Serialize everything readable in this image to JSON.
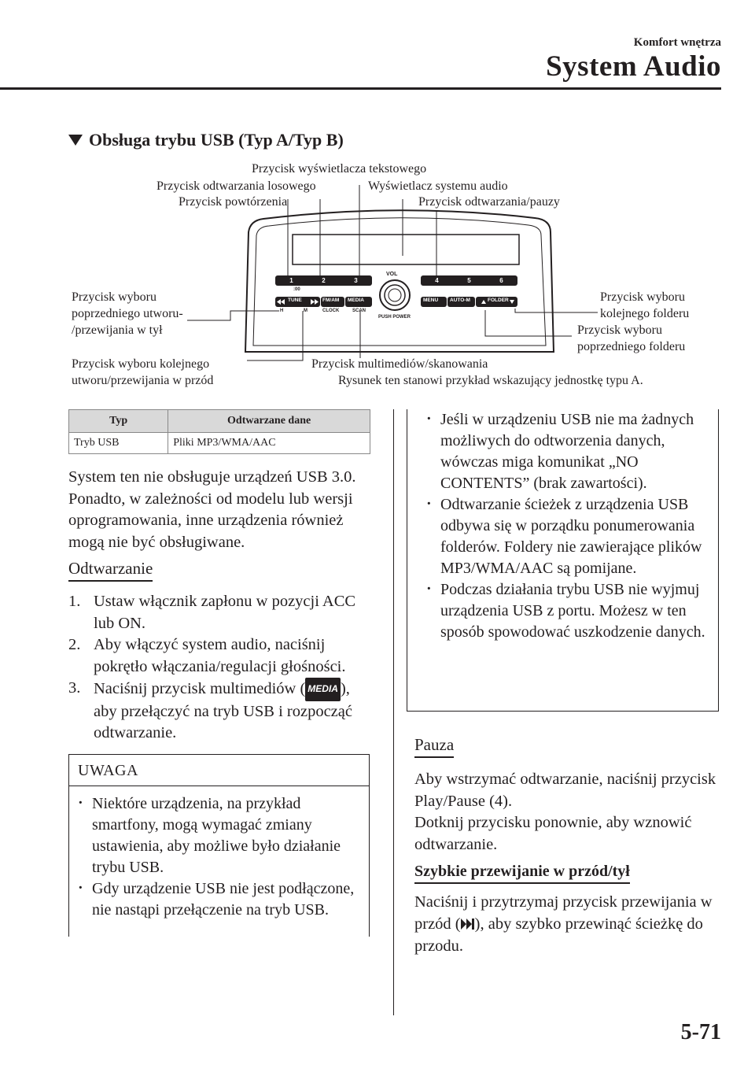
{
  "header": {
    "section": "Komfort wnętrza",
    "title": "System Audio"
  },
  "heading": "Obsługa trybu USB (Typ A/Typ B)",
  "figure": {
    "labels": {
      "text_display": "Przycisk wyświetlacza tekstowego",
      "random": "Przycisk odtwarzania losowego",
      "display": "Wyświetlacz systemu audio",
      "repeat": "Przycisk powtórzenia",
      "play_pause": "Przycisk odtwarzania/pauzy",
      "prev_track": [
        "Przycisk wyboru",
        "poprzedniego utworu-",
        "/przewijania w tył"
      ],
      "next_folder": [
        "Przycisk wyboru",
        "kolejnego folderu"
      ],
      "prev_folder": [
        "Przycisk wyboru",
        "poprzedniego folderu"
      ],
      "next_track": [
        "Przycisk wyboru kolejnego",
        "utworu/przewijania w przód"
      ],
      "media_scan": "Przycisk multimediów/skanowania",
      "caption": "Rysunek ten stanowi przykład wskazujący jednostkę typu A."
    },
    "unit": {
      "presets": [
        "1",
        "2",
        "3",
        "4",
        "5",
        "6"
      ],
      "vol": "VOL",
      "push_power": "PUSH POWER",
      "time": ":00",
      "tune": "TUNE",
      "fm_am": "FM/AM",
      "media": "MEDIA",
      "menu": "MENU",
      "auto_m": "AUTO-M",
      "folder": "FOLDER",
      "h": "H",
      "m": "M",
      "clock": "CLOCK",
      "scan": "SCAN"
    }
  },
  "table": {
    "headers": [
      "Typ",
      "Odtwarzane dane"
    ],
    "rows": [
      [
        "Tryb USB",
        "Pliki MP3/WMA/AAC"
      ]
    ]
  },
  "intro": "System ten nie obsługuje urządzeń USB 3.0. Ponadto, w zależności od modelu lub wersji oprogramowania, inne urządzenia również mogą nie być obsługiwane.",
  "playback": {
    "title": "Odtwarzanie",
    "steps": [
      {
        "n": "1.",
        "text": "Ustaw włącznik zapłonu w pozycji ACC lub ON."
      },
      {
        "n": "2.",
        "text": "Aby włączyć system audio, naciśnij pokrętło włączania/regulacji głośności."
      },
      {
        "n": "3.",
        "pre": "Naciśnij przycisk multimediów (",
        "icon": "MEDIA",
        "post": "), aby przełączyć na tryb USB i rozpocząć odtwarzanie."
      }
    ]
  },
  "note": {
    "title": "UWAGA",
    "items": [
      "Niektóre urządzenia, na przykład smartfony, mogą wymagać zmiany ustawienia, aby możliwe było działanie trybu USB.",
      "Gdy urządzenie USB nie jest podłączone, nie nastąpi przełączenie na tryb USB."
    ]
  },
  "note2": {
    "items": [
      "Jeśli w urządzeniu USB nie ma żadnych możliwych do odtworzenia danych, wówczas miga komunikat „NO CONTENTS” (brak zawartości).",
      "Odtwarzanie ścieżek z urządzenia USB odbywa się w porządku ponumerowania folderów. Foldery nie zawierające plików MP3/WMA/AAC są pomijane.",
      "Podczas działania trybu USB nie wyjmuj urządzenia USB z portu. Możesz w ten sposób spowodować uszkodzenie danych."
    ]
  },
  "pause": {
    "title": "Pauza",
    "p1": "Aby wstrzymać odtwarzanie, naciśnij przycisk Play/Pause (4).",
    "p2": "Dotknij przycisku ponownie, aby wznowić odtwarzanie."
  },
  "ff": {
    "title": "Szybkie przewijanie w przód/tył",
    "pre": "Naciśnij i przytrzymaj przycisk przewijania w przód (",
    "post": "), aby szybko przewinąć ścieżkę do przodu."
  },
  "page_number": "5-71"
}
